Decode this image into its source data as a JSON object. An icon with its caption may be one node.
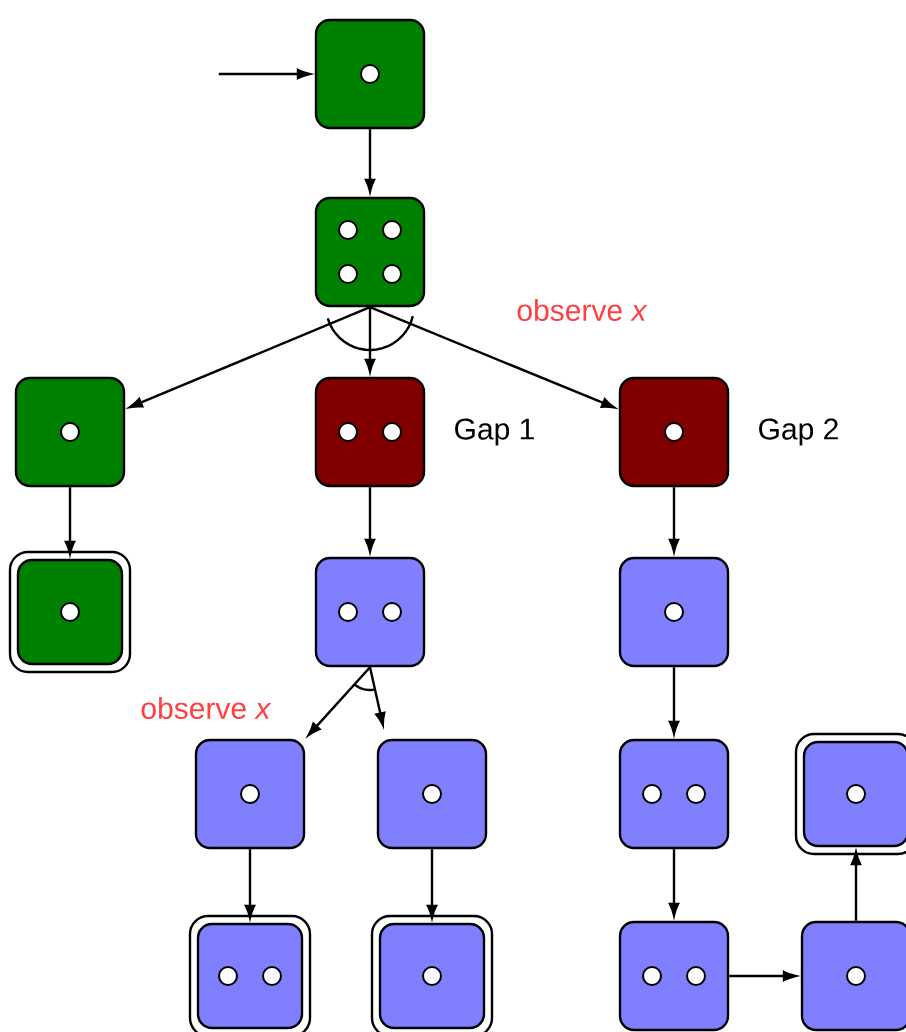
{
  "diagram": {
    "nodes": [
      {
        "text": [],
        "shape": "box"
      },
      {
        "text": [],
        "shape": "box"
      },
      {
        "text": [],
        "shape": "box"
      },
      {
        "text": [],
        "shape": "box",
        "beside": [
          "Gap 1"
        ]
      },
      {
        "text": [],
        "shape": "box",
        "beside": [
          "Gap 2"
        ]
      },
      {
        "text": [],
        "shape": "box"
      },
      {
        "text": [],
        "shape": "box"
      },
      {
        "text": [],
        "shape": "box"
      },
      {
        "text": [],
        "shape": "box"
      },
      {
        "text": [],
        "shape": "box"
      },
      {
        "text": [],
        "shape": "box"
      },
      {
        "text": [],
        "shape": "box"
      },
      {
        "text": [],
        "shape": "box"
      },
      {
        "text": [],
        "shape": "box"
      },
      {
        "text": [],
        "shape": "box"
      },
      {
        "text": [],
        "shape": "box"
      }
    ],
    "edges": [
      {
        "from": null,
        "to": 0,
        "arrow": "to"
      },
      {
        "from": 0,
        "to": 1,
        "arrow": "to"
      },
      {
        "from": 1,
        "to": 2,
        "arrow": "to"
      },
      {
        "from": 1,
        "to": 3,
        "arrow": "to"
      },
      {
        "from": 1,
        "to": 4,
        "arrow": "to"
      },
      {
        "from": 2,
        "to": 5,
        "arrow": "to"
      },
      {
        "from": 3,
        "to": 6,
        "arrow": "to"
      },
      {
        "from": 4,
        "to": 7,
        "arrow": "to"
      },
      {
        "from": 6,
        "to": 8,
        "arrow": "to"
      },
      {
        "from": 6,
        "to": 9,
        "arrow": "to"
      },
      {
        "from": 7,
        "to": 10,
        "arrow": "to"
      },
      {
        "from": 8,
        "to": 12,
        "arrow": "to"
      },
      {
        "from": 9,
        "to": 13,
        "arrow": "to"
      },
      {
        "from": 10,
        "to": 14,
        "arrow": "to"
      },
      {
        "from": 14,
        "to": 15,
        "arrow": "to"
      },
      {
        "from": 15,
        "to": 11,
        "arrow": "to"
      }
    ],
    "labels": [
      "observe *x*",
      "observe *x*"
    ]
  }
}
